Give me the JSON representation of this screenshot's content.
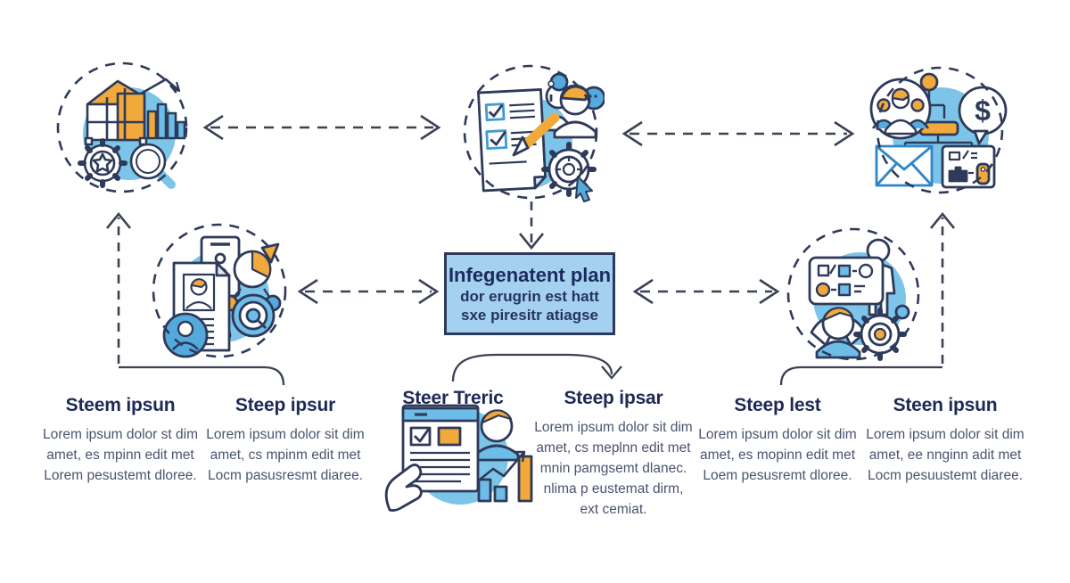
{
  "palette": {
    "navy_outline": "#2e3a59",
    "heading_text": "#1e2a56",
    "body_text": "#4b536f",
    "arrow": "#3b4254",
    "box_fill": "#a3d1ef",
    "blob_blue": "#7cc5e9",
    "icon_blue": "#55aadd",
    "icon_blue_light": "#6ebde8",
    "orange": "#f2a93b"
  },
  "center_box": {
    "title": "Infegenatent plan",
    "lines": [
      "dor erugrin est hatt",
      "sxe piresitr atiagse"
    ]
  },
  "icons": {
    "top_left": "construction-analytics-icon",
    "top_center": "checklist-engagement-icon",
    "top_right": "communication-budget-icon",
    "mid_left": "candidate-profile-icon",
    "mid_right": "task-assignment-icon",
    "bottom_center": "report-review-icon",
    "dollar_glyph": "$"
  },
  "blocks": [
    {
      "heading": "Steem ipsun",
      "body": [
        "Lorem ipsum dolor st dim",
        "amet, es mpinn edit met",
        "Lorem pesustemt dloree."
      ]
    },
    {
      "heading": "Steep ipsur",
      "body": [
        "Lorem ipsum dolor sit dim",
        "amet, cs mpinm edit met",
        "Locm pasusresmt diaree."
      ]
    },
    {
      "heading": "Steer Treric",
      "body": []
    },
    {
      "heading": "Steep ipsar",
      "body": [
        "Lorem ipsum dolor sit dim",
        "amet, cs meplnn edit met",
        "mnin pamgsemt dlanec.",
        "nlima p eustemat dirm,",
        "ext cemiat."
      ]
    },
    {
      "heading": "Steep lest",
      "body": [
        "Lorem ipsum dolor sit dim",
        "amet, es mopinn edit met",
        "Loem pesusremt dloree."
      ]
    },
    {
      "heading": "Steen ipsun",
      "body": [
        "Lorem ipsum dolor sit dim",
        "amet, ee nnginn adit met",
        "Locm pesuustemt diaree."
      ]
    }
  ]
}
